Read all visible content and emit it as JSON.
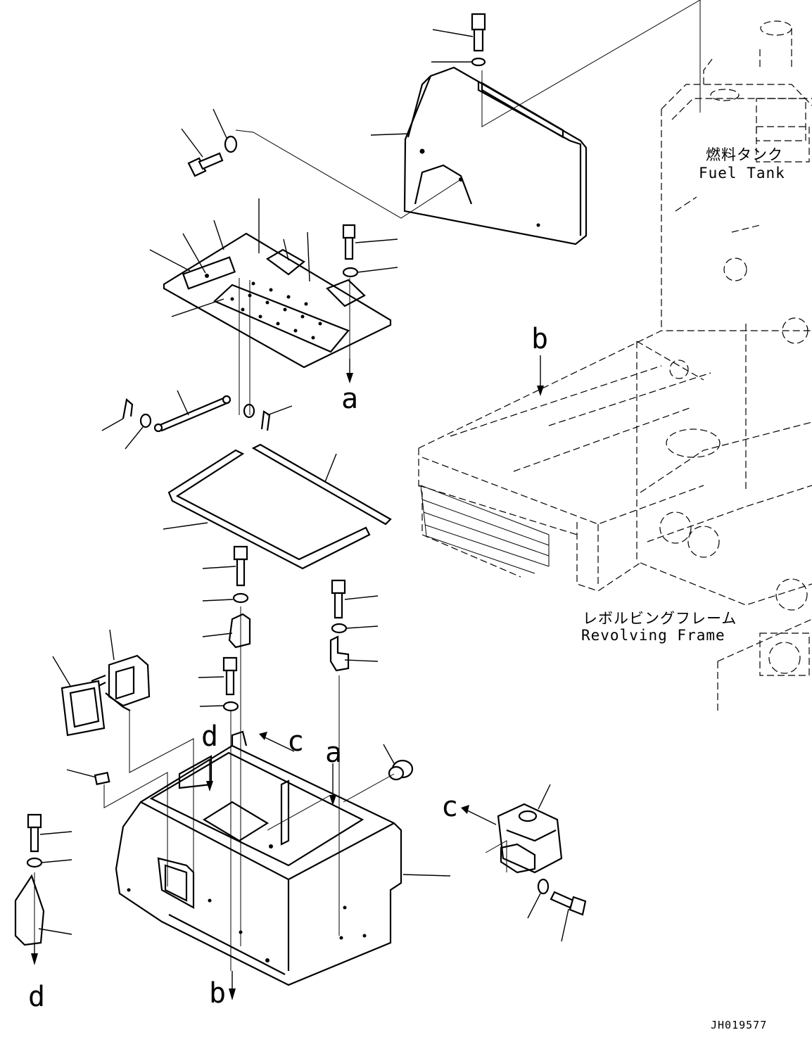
{
  "labels": {
    "fuel_tank_jp": "燃料タンク",
    "fuel_tank_en": "Fuel Tank",
    "frame_jp": "レボルビングフレーム",
    "frame_en": "Revolving Frame",
    "ref_a_1": "a",
    "ref_a_2": "a",
    "ref_b_1": "b",
    "ref_b_2": "b",
    "ref_c_1": "c",
    "ref_c_2": "c",
    "ref_d_1": "d",
    "ref_d_2": "d",
    "drawing_code": "JH019577"
  }
}
